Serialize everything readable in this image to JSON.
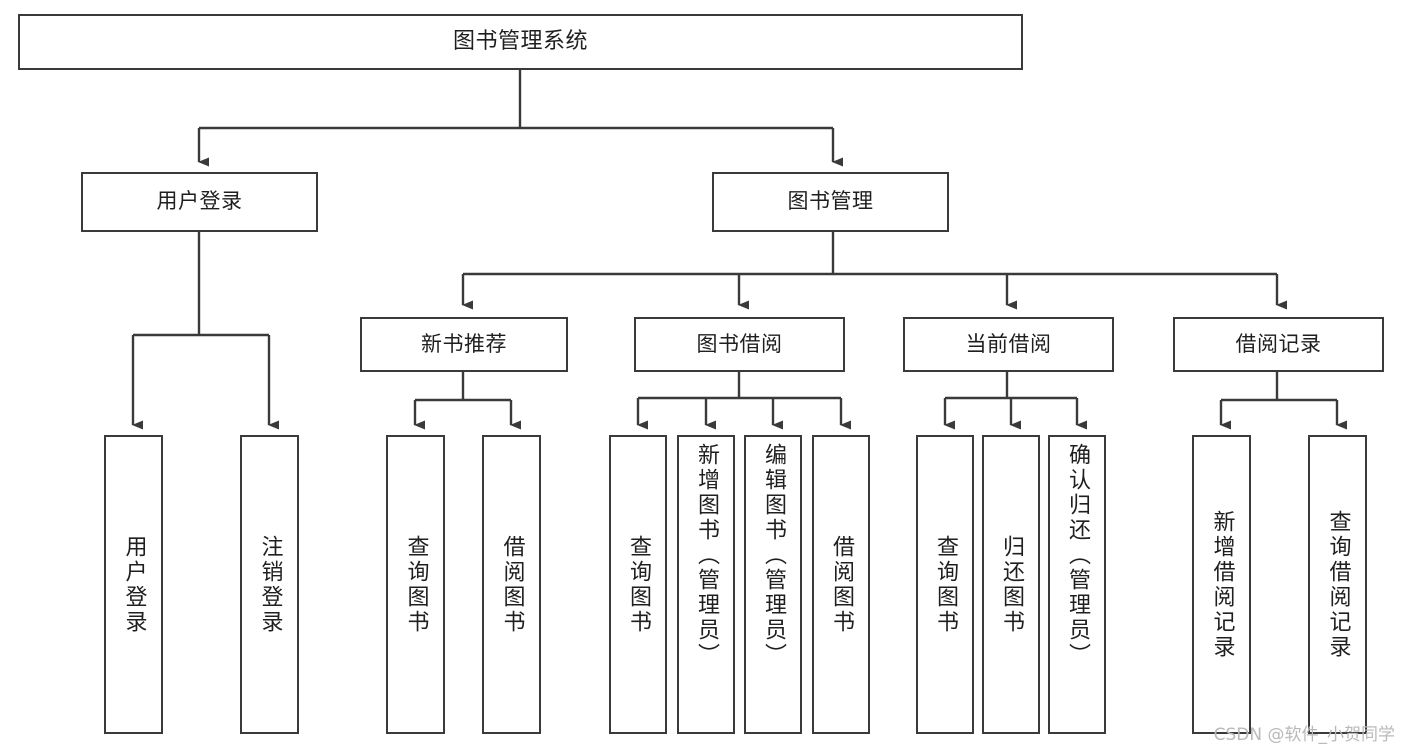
{
  "diagram": {
    "type": "tree",
    "title": "图书管理系统",
    "orientation": "top-down",
    "colors": {
      "background": "#ffffff",
      "box_border": "#3a3a3a",
      "box_fill": "#ffffff",
      "connector": "#3a3a3a",
      "text": "#1f1f1f",
      "watermark": "#b9b9b9"
    }
  },
  "root": {
    "label": "图书管理系统"
  },
  "level1": [
    {
      "label": "用户登录"
    },
    {
      "label": "图书管理"
    }
  ],
  "level2": [
    {
      "label": "新书推荐"
    },
    {
      "label": "图书借阅"
    },
    {
      "label": "当前借阅"
    },
    {
      "label": "借阅记录"
    }
  ],
  "leaves": {
    "user_login": [
      {
        "label": "用户登录"
      },
      {
        "label": "注销登录"
      }
    ],
    "new_book_recommend": [
      {
        "label": "查询图书"
      },
      {
        "label": "借阅图书"
      }
    ],
    "book_borrow": [
      {
        "label": "查询图书"
      },
      {
        "label": "新增图书（管理员）"
      },
      {
        "label": "编辑图书（管理员）"
      },
      {
        "label": "借阅图书"
      }
    ],
    "current_borrow": [
      {
        "label": "查询图书"
      },
      {
        "label": "归还图书"
      },
      {
        "label": "确认归还（管理员）"
      }
    ],
    "borrow_records": [
      {
        "label": "新增借阅记录"
      },
      {
        "label": "查询借阅记录"
      }
    ]
  },
  "watermark": {
    "text": "CSDN @软件_小贺同学"
  }
}
